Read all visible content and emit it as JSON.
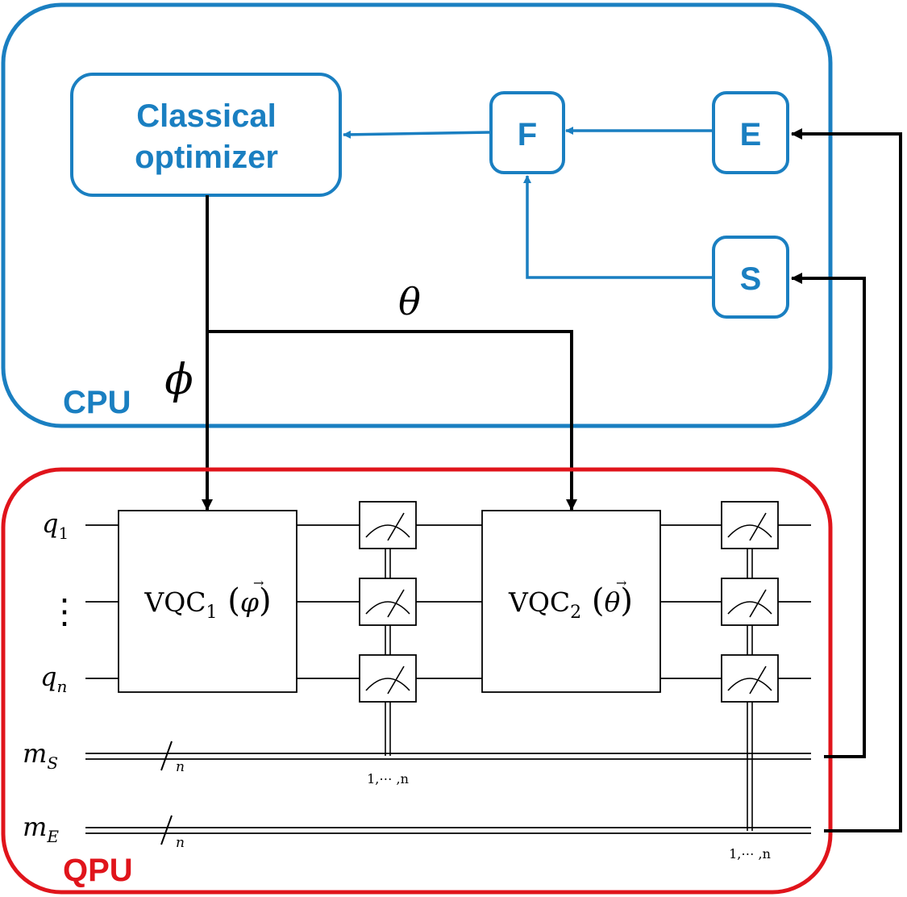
{
  "cpu": {
    "label": "CPU",
    "optimizer_line1": "Classical",
    "optimizer_line2": "optimizer",
    "f_label": "F",
    "e_label": "E",
    "s_label": "S",
    "theta": "θ",
    "phi": "ϕ"
  },
  "qpu": {
    "label": "QPU",
    "wires": {
      "q1": {
        "base": "q",
        "sub": "1"
      },
      "dots": "⋮",
      "qn": {
        "base": "q",
        "sub": "n"
      },
      "ms": {
        "base": "m",
        "sub": "S"
      },
      "me": {
        "base": "m",
        "sub": "E"
      }
    },
    "vqc1": {
      "name": "VQC",
      "sub": "1",
      "param": "φ"
    },
    "vqc2": {
      "name": "VQC",
      "sub": "2",
      "param": "θ"
    },
    "bus_width": "n",
    "meas_range": "1,⋯ ,n"
  },
  "colors": {
    "cpu": "#1a7fc1",
    "qpu": "#e0141b",
    "ink": "#000000"
  }
}
